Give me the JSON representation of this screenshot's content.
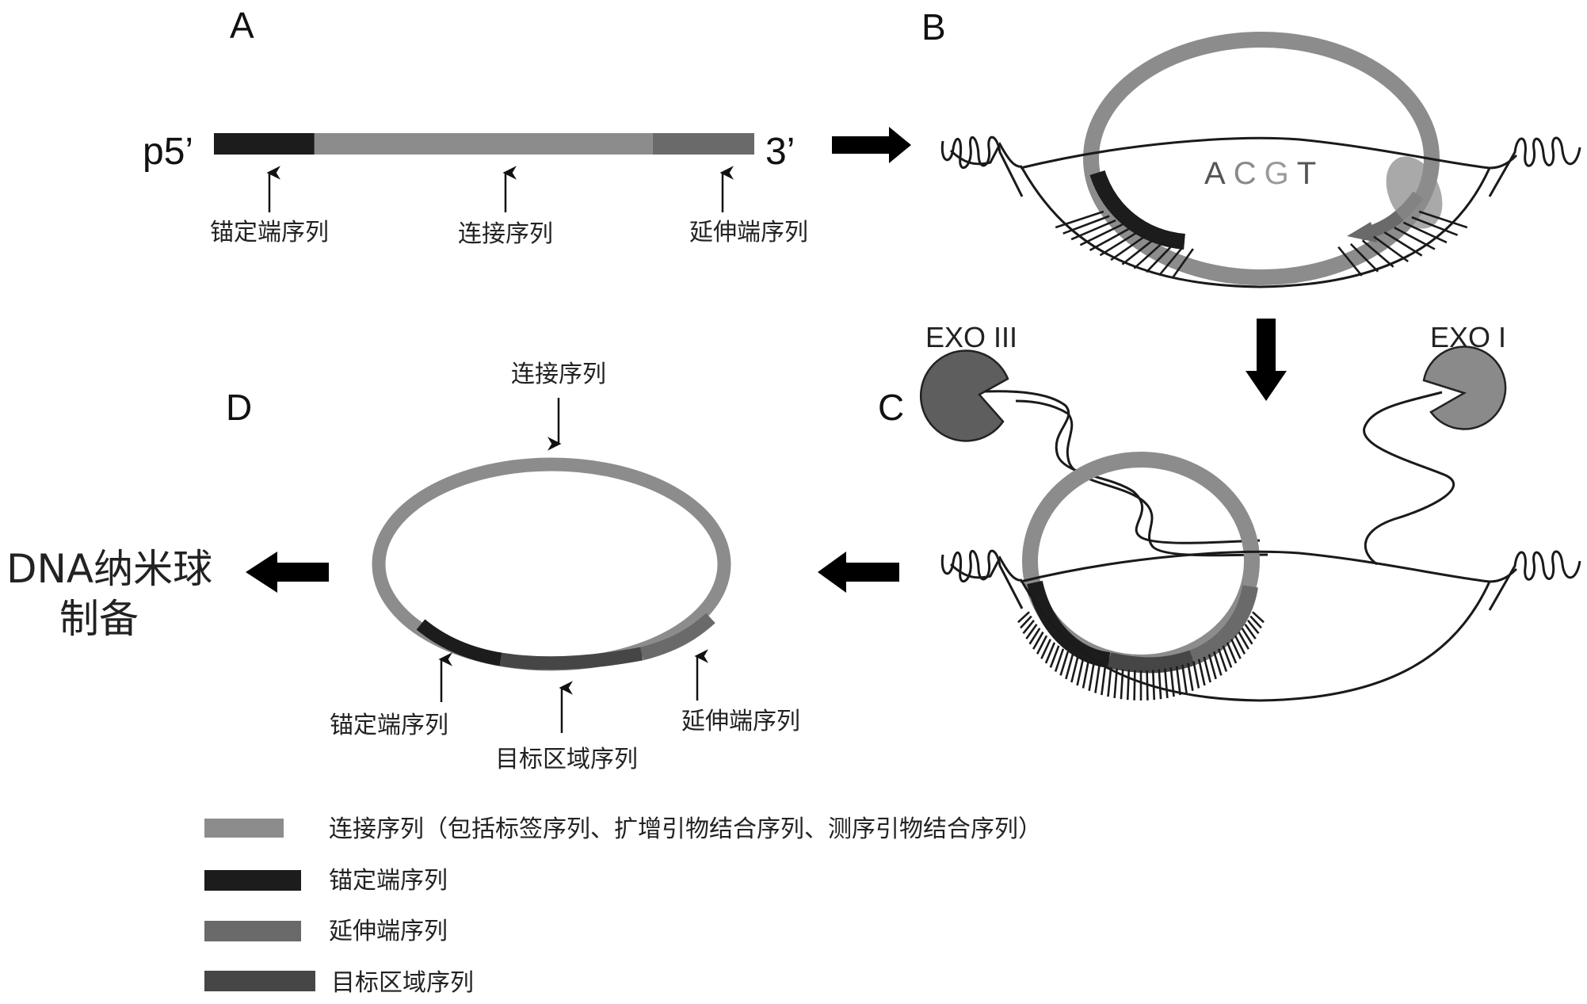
{
  "figure": {
    "panels": {
      "A": {
        "label": "A",
        "five_prime": "p5’",
        "three_prime": "3’",
        "segments": [
          {
            "name": "anchor",
            "label": "锚定端序列",
            "color": "#1c1c1c",
            "fraction": 0.186
          },
          {
            "name": "linker",
            "label": "连接序列",
            "color": "#8c8c8c",
            "fraction": 0.626
          },
          {
            "name": "extension",
            "label": "延伸端序列",
            "color": "#6a6a6a",
            "fraction": 0.188
          }
        ]
      },
      "B": {
        "label": "B",
        "bases": [
          {
            "text": "A",
            "color": "#555555"
          },
          {
            "text": "C",
            "color": "#8a8a8a"
          },
          {
            "text": "G",
            "color": "#9a9a9a"
          },
          {
            "text": "T",
            "color": "#555555"
          }
        ]
      },
      "C": {
        "label": "C",
        "enzyme_left": {
          "label": "EXO III",
          "color": "#5e5e5e"
        },
        "enzyme_right": {
          "label": "EXO I",
          "color": "#8a8a8a"
        }
      },
      "D": {
        "label": "D",
        "top_label": "连接序列",
        "bottom_labels": {
          "anchor": "锚定端序列",
          "target": "目标区域序列",
          "extension": "延伸端序列"
        }
      }
    },
    "output": {
      "line1": "DNA纳米球",
      "line2": "制备"
    },
    "colors": {
      "linker": "#8c8c8c",
      "anchor": "#1c1c1c",
      "extension": "#6a6a6a",
      "target": "#464646",
      "arrow": "#000000"
    }
  },
  "legend": [
    {
      "key": "linker",
      "label": "连接序列（包括标签序列、扩增引物结合序列、测序引物结合序列）",
      "color": "#8c8c8c"
    },
    {
      "key": "anchor",
      "label": "锚定端序列",
      "color": "#1c1c1c"
    },
    {
      "key": "extension",
      "label": "延伸端序列",
      "color": "#6a6a6a"
    },
    {
      "key": "target",
      "label": "目标区域序列",
      "color": "#464646"
    }
  ]
}
